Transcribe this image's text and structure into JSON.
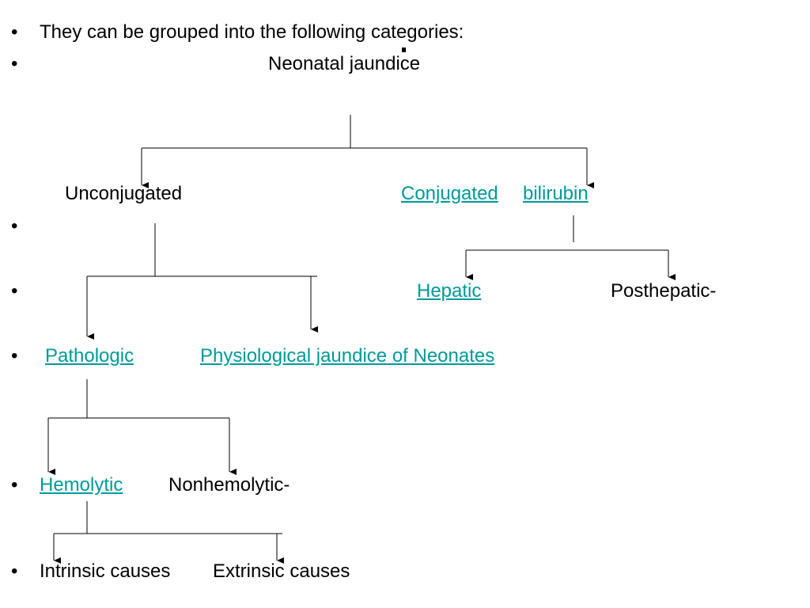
{
  "bullet": "•",
  "intro": "They can be grouped into the following categories:",
  "nodes": {
    "root": "Neonatal jaundice",
    "unconjugated": "Unconjugated",
    "conjugated": "Conjugated",
    "bilirubin": "bilirubin",
    "hepatic": "Hepatic",
    "posthepatic": "Posthepatic-",
    "pathologic": "Pathologic",
    "physiological": "Physiological jaundice of Neonates",
    "hemolytic": "Hemolytic",
    "nonhemolytic": "Nonhemolytic-",
    "intrinsic": "Intrinsic causes",
    "extrinsic": "Extrinsic causes"
  },
  "colors": {
    "link": "#009999",
    "text": "#000000",
    "background": "#ffffff"
  }
}
